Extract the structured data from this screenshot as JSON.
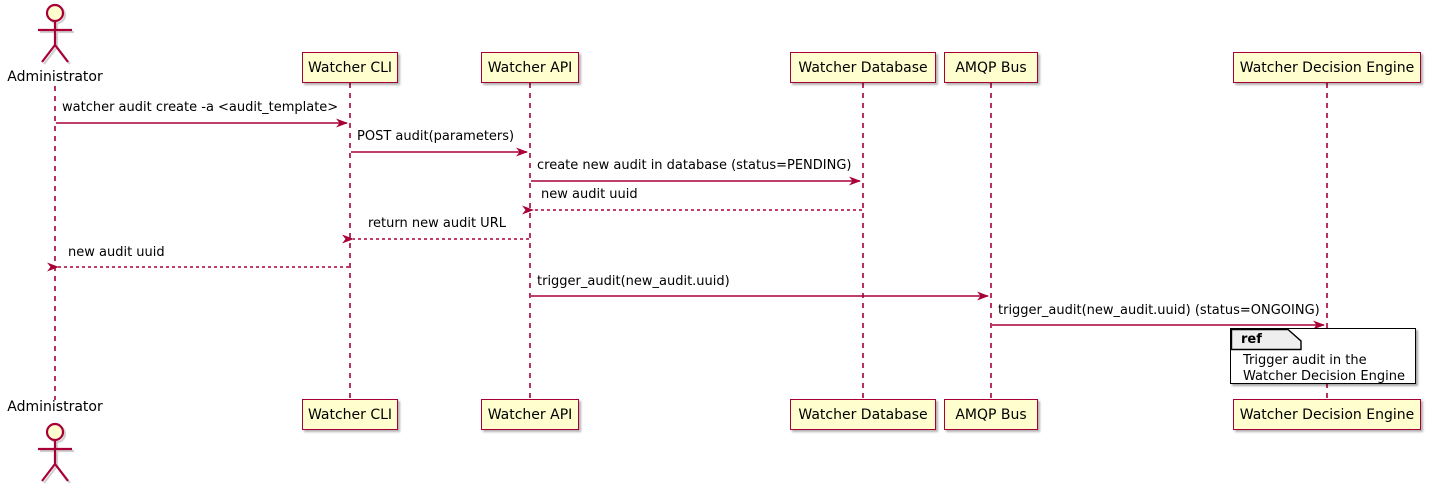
{
  "diagram": {
    "type": "uml-sequence-diagram",
    "title": "",
    "colors": {
      "participant_fill": "#FEFECE",
      "participant_border": "#A80036",
      "arrow": "#A80036",
      "lifeline": "#A80036",
      "text": "#000000",
      "ref_tab_fill": "#EEEEEE",
      "ref_border": "#000000",
      "background": "#FFFFFF"
    }
  },
  "actors": [
    {
      "name": "Administrator",
      "label_top": "Administrator",
      "label_bottom": "Administrator",
      "shape": "stick-figure"
    }
  ],
  "participants": [
    {
      "id": "cli",
      "label": "Watcher CLI"
    },
    {
      "id": "api",
      "label": "Watcher API"
    },
    {
      "id": "db",
      "label": "Watcher Database"
    },
    {
      "id": "amqp",
      "label": "AMQP Bus"
    },
    {
      "id": "decision",
      "label": "Watcher Decision Engine"
    }
  ],
  "messages": [
    {
      "index": 1,
      "from": "Administrator",
      "to": "cli",
      "label": "watcher audit create -a <audit_template>",
      "style": "solid",
      "direction": "right"
    },
    {
      "index": 2,
      "from": "cli",
      "to": "api",
      "label": "POST audit(parameters)",
      "style": "solid",
      "direction": "right"
    },
    {
      "index": 3,
      "from": "api",
      "to": "db",
      "label": "create new audit in database (status=PENDING)",
      "style": "solid",
      "direction": "right"
    },
    {
      "index": 4,
      "from": "db",
      "to": "api",
      "label": "new audit uuid",
      "style": "dashed",
      "direction": "left"
    },
    {
      "index": 5,
      "from": "api",
      "to": "cli",
      "label": "return new audit URL",
      "style": "dashed",
      "direction": "left"
    },
    {
      "index": 6,
      "from": "cli",
      "to": "Administrator",
      "label": "new audit uuid",
      "style": "dashed",
      "direction": "left"
    },
    {
      "index": 7,
      "from": "api",
      "to": "amqp",
      "label": "trigger_audit(new_audit.uuid)",
      "style": "solid",
      "direction": "right"
    },
    {
      "index": 8,
      "from": "amqp",
      "to": "decision",
      "label": "trigger_audit(new_audit.uuid) (status=ONGOING)",
      "style": "solid",
      "direction": "right"
    }
  ],
  "ref_fragment": {
    "keyword": "ref",
    "lines": [
      "Trigger audit in the",
      "Watcher Decision Engine"
    ],
    "over": "decision"
  }
}
